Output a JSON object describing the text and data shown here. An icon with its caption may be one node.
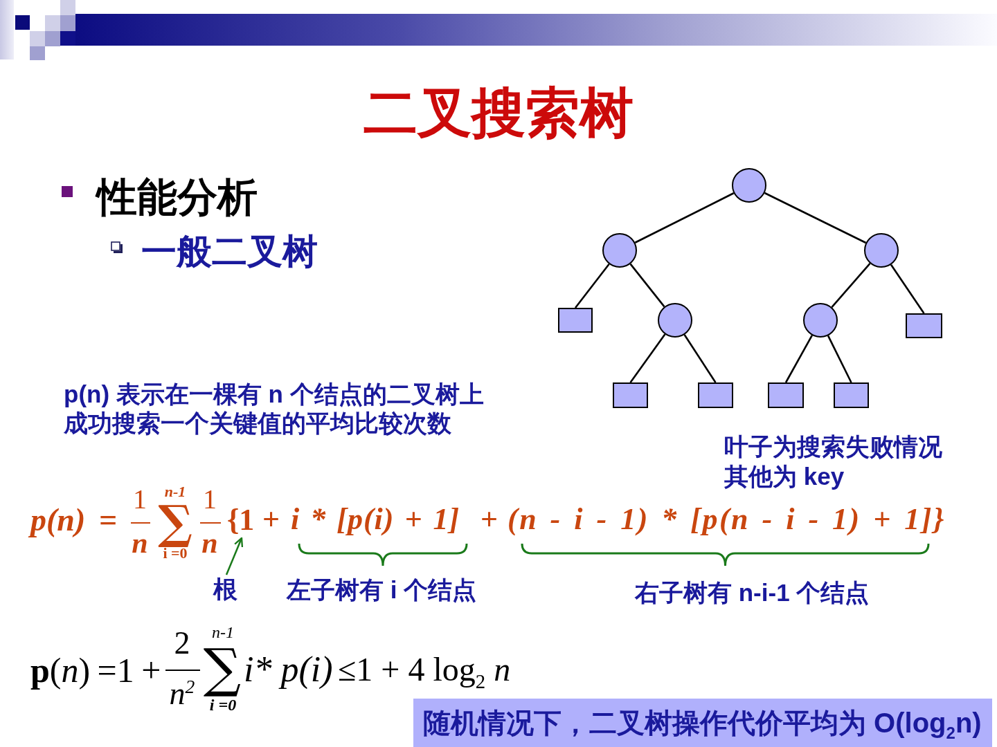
{
  "diagram": {
    "title": "二叉搜索树",
    "nodes": [
      {
        "text": [],
        "shape": "circle"
      },
      {
        "text": [],
        "shape": "circle"
      },
      {
        "text": [],
        "shape": "circle"
      },
      {
        "text": [],
        "shape": "box"
      },
      {
        "text": [],
        "shape": "circle"
      },
      {
        "text": [],
        "shape": "circle"
      },
      {
        "text": [],
        "shape": "box"
      },
      {
        "text": [],
        "shape": "box"
      },
      {
        "text": [],
        "shape": "box"
      },
      {
        "text": [],
        "shape": "box"
      },
      {
        "text": [],
        "shape": "box"
      },
      {
        "text": [
          "{1"
        ]
      },
      {
        "text": [
          "根"
        ]
      },
      {
        "text": [
          "随机情况下，二叉树操作代价平均为 O(log$_{2}$n)"
        ]
      }
    ],
    "edges": [
      {
        "from": 0,
        "to": 1,
        "arrow": "none"
      },
      {
        "from": 0,
        "to": 2,
        "arrow": "none"
      },
      {
        "from": 1,
        "to": 3,
        "arrow": "none"
      },
      {
        "from": 1,
        "to": 4,
        "arrow": "none"
      },
      {
        "from": 2,
        "to": 5,
        "arrow": "none"
      },
      {
        "from": 2,
        "to": 6,
        "arrow": "none"
      },
      {
        "from": 4,
        "to": 7,
        "arrow": "none"
      },
      {
        "from": 4,
        "to": 8,
        "arrow": "none"
      },
      {
        "from": 5,
        "to": 9,
        "arrow": "none"
      },
      {
        "from": 5,
        "to": 10,
        "arrow": "none"
      },
      {
        "from": 12,
        "to": 11,
        "arrow": "to",
        "color": "#1a7a1a"
      }
    ],
    "labels": [
      "性能分析",
      "一般二叉树",
      "p(n) 表示在一棵有 n 个结点的二叉树上成功搜索一个关键值的平均比较次数",
      "叶子为搜索失败情况",
      "其他为 key",
      "p(n) =",
      "1",
      "n",
      "n-1",
      "∑",
      "i =0",
      "1",
      "n",
      "+",
      "i * [p(i) + 1]",
      "+",
      "(n - i - 1) * [p(n - i - 1) + 1]}",
      "左子树有 i 个结点",
      "右子树有 n-i-1 个结点",
      "**p**(*n*) =1 +",
      "2",
      "n$^{2}$",
      "n-1",
      "∑",
      "i =0",
      "i* p(i)",
      "≤1 + 4 log$_{2}$ *n*"
    ]
  }
}
